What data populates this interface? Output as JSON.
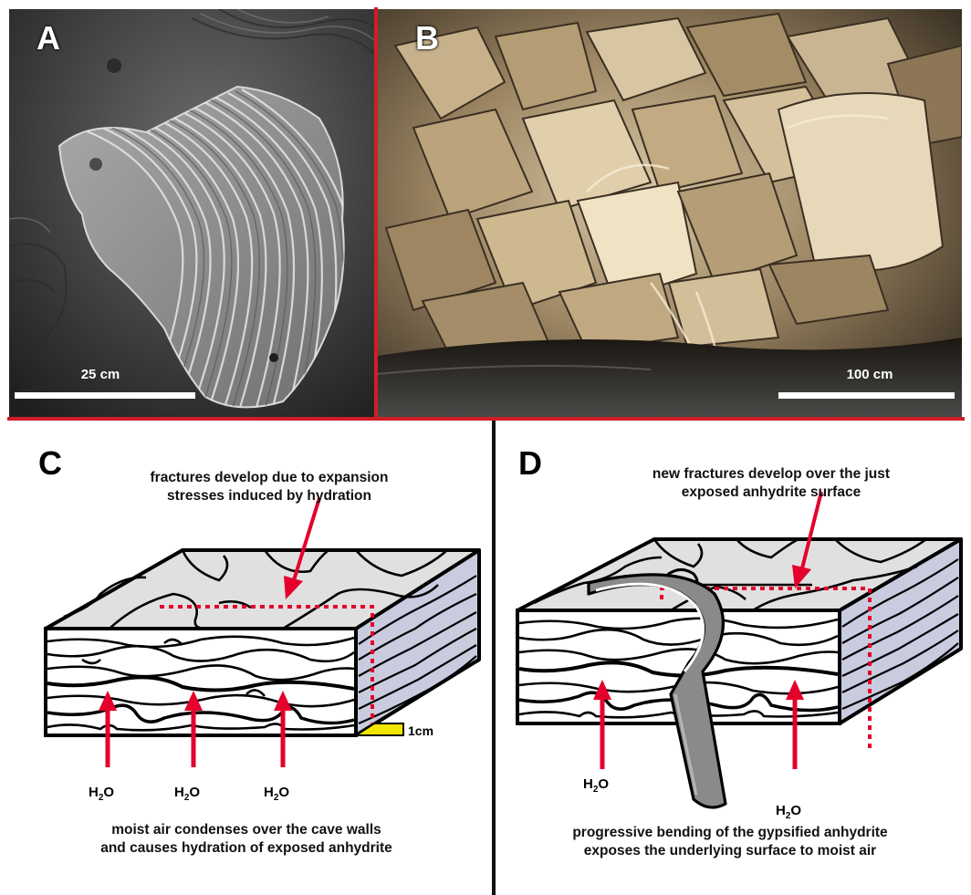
{
  "colors": {
    "frame_red": "#d01e28",
    "arrow_red": "#e4002b",
    "scale_yellow": "#f2e600",
    "block_top": "#e0e0e0",
    "block_side": "#c9ccdf",
    "flake_gray": "#8a8a8a"
  },
  "panel_a": {
    "letter": "A",
    "scale_label": "25 cm",
    "image_description": "close-up photo of a gypsum flake with wavy concentric banding"
  },
  "panel_b": {
    "letter": "B",
    "scale_label": "100 cm",
    "image_description": "cave ceiling covered by curled, peeling gypsum sheets"
  },
  "panel_c": {
    "letter": "C",
    "top_caption": [
      "fractures develop due to expansion",
      "stresses induced by hydration"
    ],
    "bottom_caption": [
      "moist air condenses over the cave walls",
      "and causes hydration of exposed anhydrite"
    ],
    "scale_label": "1cm",
    "water_label": "H",
    "water_sub": "2",
    "water_tail": "O"
  },
  "panel_d": {
    "letter": "D",
    "top_caption": [
      "new fractures develop over the just",
      "exposed anhydrite surface"
    ],
    "bottom_caption": [
      "progressive bending of the gypsified anhydrite",
      "exposes the underlying surface to moist air"
    ],
    "water_label": "H",
    "water_sub": "2",
    "water_tail": "O"
  }
}
